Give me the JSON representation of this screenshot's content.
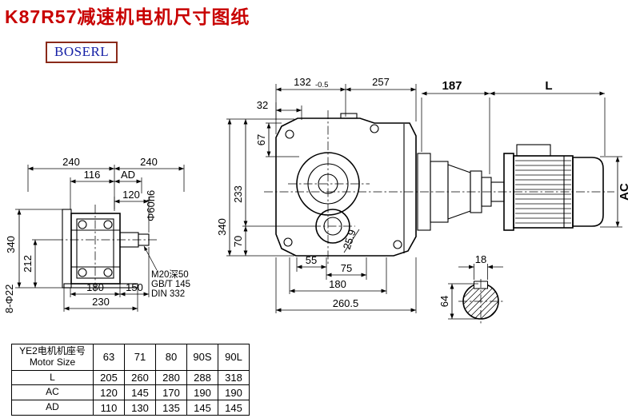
{
  "title": "K87R57减速机电机尺寸图纸",
  "logo": "BOSERL",
  "colors": {
    "title_red": "#c80000",
    "logo_text_blue": "#1520a6",
    "logo_border": "#8a2a1a",
    "line": "#000000"
  },
  "dims": {
    "left_240a": "240",
    "left_240b": "240",
    "left_116": "116",
    "left_AD": "AD",
    "left_120": "120",
    "left_phi60": "Φ60h6",
    "left_340": "340",
    "left_212": "212",
    "left_180": "180",
    "left_150": "150",
    "left_230": "230",
    "left_8phi22": "8-Φ22",
    "note_m20": "M20深50",
    "note_gbt": "GB/T 145",
    "note_din": "DIN 332",
    "front_132": "132",
    "front_132_tol": "-0.5",
    "front_257": "257",
    "front_32": "32",
    "front_67": "67",
    "front_340": "340",
    "front_233": "233",
    "front_70": "70",
    "front_259": "25.9",
    "front_55": "55",
    "front_75": "75",
    "front_180": "180",
    "front_2605": "260.5",
    "motor_187": "187",
    "motor_L": "L",
    "motor_AC": "AC",
    "shaft_18": "18",
    "shaft_64": "64"
  },
  "table": {
    "header_label_cn": "YE2电机机座号",
    "header_label_en": "Motor Size",
    "columns": [
      "63",
      "71",
      "80",
      "90S",
      "90L"
    ],
    "rows": [
      {
        "label": "L",
        "values": [
          "205",
          "260",
          "280",
          "288",
          "318"
        ]
      },
      {
        "label": "AC",
        "values": [
          "120",
          "145",
          "170",
          "190",
          "190"
        ]
      },
      {
        "label": "AD",
        "values": [
          "110",
          "130",
          "135",
          "145",
          "145"
        ]
      }
    ]
  }
}
